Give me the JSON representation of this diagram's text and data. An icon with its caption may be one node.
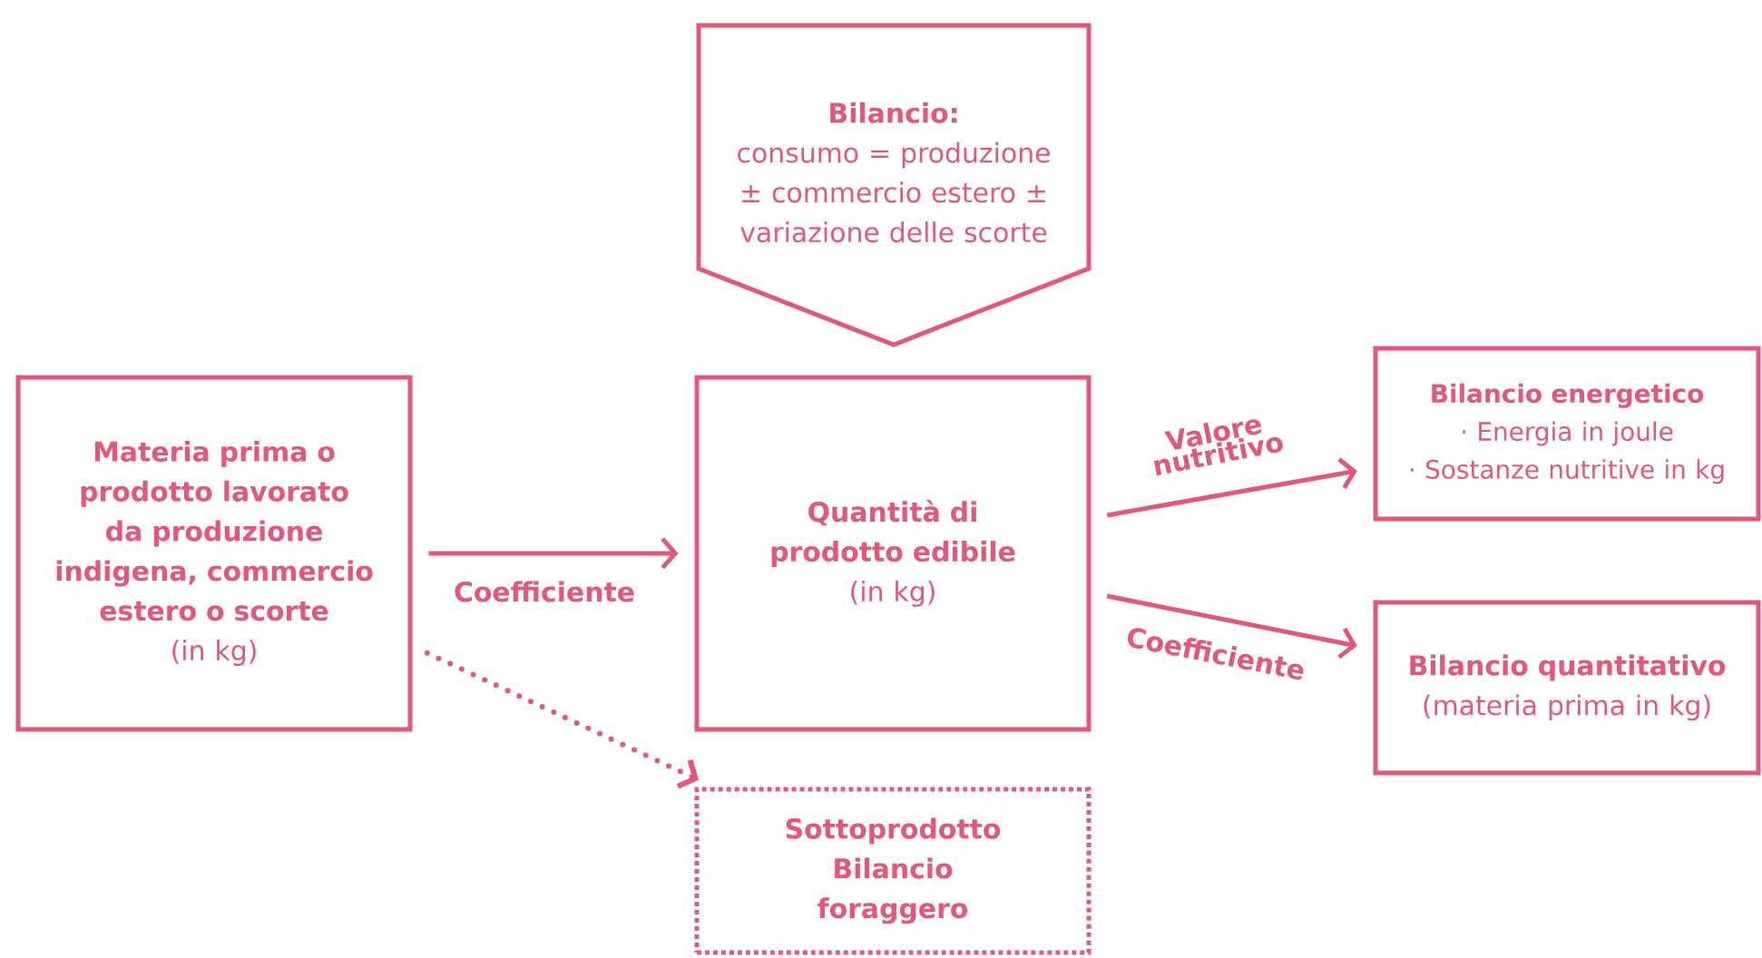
{
  "diagram": {
    "nodes": [
      {
        "text": [
          "Bilancio:",
          "consumo = produzione ± commercio estero ± variazione delle scorte"
        ]
      },
      {
        "text": [
          "Materia prima o prodotto lavorato da produzione indigena, commercio estero o scorte",
          "(in kg)"
        ]
      },
      {
        "text": [
          "Quantità di prodotto edibile",
          "(in kg)"
        ]
      },
      {
        "text": [
          "Bilancio energetico",
          "· Energia in joule",
          "· Sostanze nutritive in kg"
        ]
      },
      {
        "text": [
          "Bilancio quantitativo",
          "(materia prima in kg)"
        ]
      },
      {
        "text": [
          "Sottoprodotto Bilancio foraggero"
        ]
      }
    ],
    "edges": [
      {
        "from": 1,
        "to": 2,
        "arrow": "to",
        "label": "Coefficiente"
      },
      {
        "from": 1,
        "to": 5,
        "arrow": "to",
        "style": "dashed"
      },
      {
        "from": 2,
        "to": 3,
        "arrow": "to",
        "label": "Valore nutritivo"
      },
      {
        "from": 2,
        "to": 4,
        "arrow": "to",
        "label": "Coefficiente"
      }
    ]
  }
}
